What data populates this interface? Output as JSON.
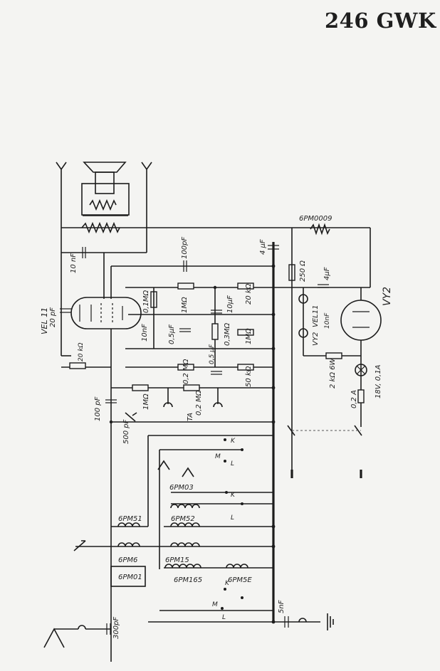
{
  "title": "246 GWK",
  "labels": {
    "vel11_left": "VEL 11",
    "c20pf": "20 pF",
    "c10nf_top": "10 nF",
    "c100pf_top": "100pF",
    "c4uf_top": "4 µF",
    "res_bpm0009": "6PM0009",
    "r250": "250 Ω",
    "c4uf_mid": "4µF",
    "vy2_right": "VY2",
    "r01m": "0,1MΩ",
    "r1m_a": "1MΩ",
    "c10uf": "10µF",
    "r20k_right": "20 kΩ",
    "c10nf_mid": "10nF",
    "c05uf": "0,5µF",
    "r03m": "0,3MΩ",
    "r1m_b": "1MΩ",
    "vel11_mid": "VEL11",
    "vy2_mid": "VY2",
    "c10nf_small": "10nF",
    "r20k_left": "20 kΩ",
    "r02m": "0,2 MΩ",
    "c05uf_b": "0,5 µF",
    "r50k": "50 kΩ",
    "r2k": "2 kΩ 6W",
    "lamp": "18V, 0,1A",
    "c100pf_left": "100 pF",
    "r1m_c": "1MΩ",
    "r02m_ta": "0,2 MΩ",
    "ta": "TA",
    "fuse": "0,2 A",
    "c500pf": "500 pF",
    "sw_k1": "K",
    "sw_m1": "M",
    "sw_l1": "L",
    "coil_bpm03": "6PM03",
    "sw_k2": "K",
    "coil_bpm51": "6PM51",
    "coil_bpm52": "6PM52",
    "sw_l2": "L",
    "coil_bpm6": "6PM6",
    "coil_bpm15": "6PM15",
    "coil_bpm01": "6PM01",
    "coil_bpm165": "6PM165",
    "coil_bpm5e": "6PM5E",
    "sw_k3": "K",
    "sw_m3": "M",
    "sw_l3": "L",
    "c300pf": "300pF",
    "c5nf": "5nF"
  }
}
